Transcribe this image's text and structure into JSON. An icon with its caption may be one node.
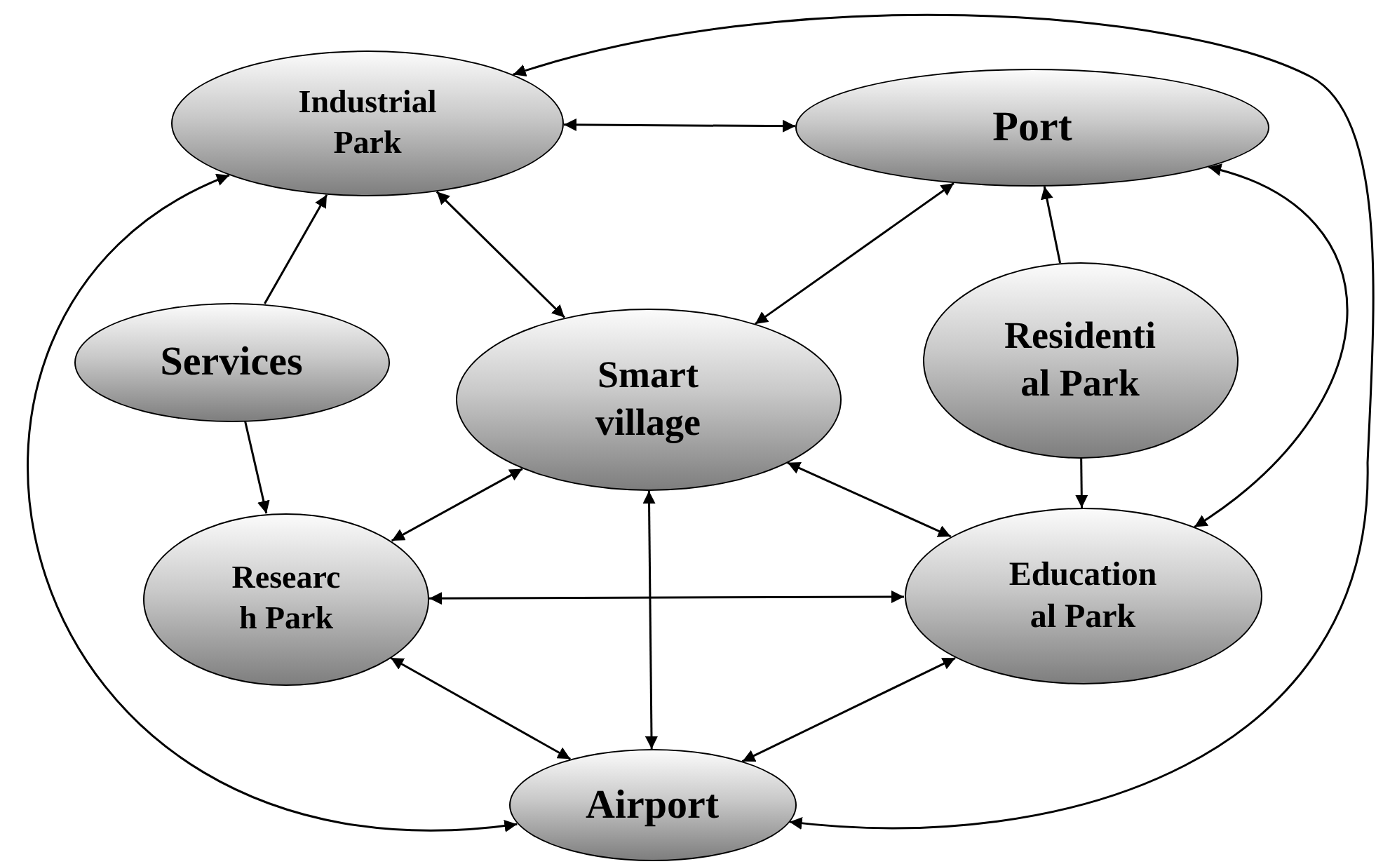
{
  "diagram": {
    "nodes": [
      {
        "text": [
          "Industrial Park"
        ]
      },
      {
        "text": [
          "Port"
        ]
      },
      {
        "text": [
          "Services"
        ]
      },
      {
        "text": [
          "Smart village"
        ]
      },
      {
        "text": [
          "Residenti al Park"
        ]
      },
      {
        "text": [
          "Researc h Park"
        ]
      },
      {
        "text": [
          "Education al Park"
        ]
      },
      {
        "text": [
          "Airport"
        ]
      }
    ],
    "edges": [
      {
        "from": 0,
        "to": 1,
        "arrow": "both"
      },
      {
        "from": 0,
        "to": 3,
        "arrow": "both"
      },
      {
        "from": 1,
        "to": 3,
        "arrow": "both"
      },
      {
        "from": 2,
        "to": 0,
        "arrow": "to"
      },
      {
        "from": 2,
        "to": 5,
        "arrow": "to"
      },
      {
        "from": 4,
        "to": 1,
        "arrow": "to"
      },
      {
        "from": 4,
        "to": 6,
        "arrow": "to"
      },
      {
        "from": 3,
        "to": 5,
        "arrow": "both"
      },
      {
        "from": 3,
        "to": 6,
        "arrow": "both"
      },
      {
        "from": 5,
        "to": 6,
        "arrow": "both"
      },
      {
        "from": 3,
        "to": 7,
        "arrow": "both"
      },
      {
        "from": 5,
        "to": 7,
        "arrow": "both"
      },
      {
        "from": 6,
        "to": 7,
        "arrow": "both"
      },
      {
        "from": 0,
        "to": 7,
        "arrow": "both"
      },
      {
        "from": 0,
        "to": 7,
        "arrow": "both"
      },
      {
        "from": 1,
        "to": 6,
        "arrow": "both"
      }
    ]
  }
}
